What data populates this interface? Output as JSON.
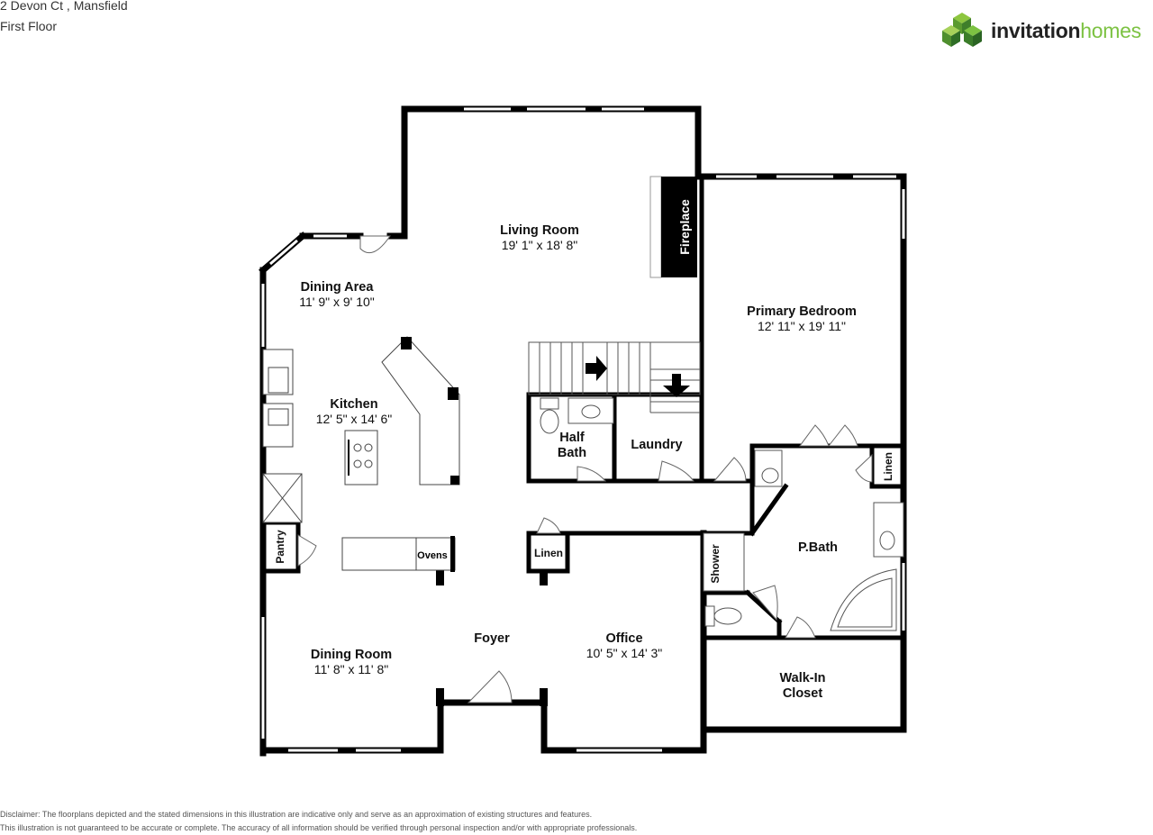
{
  "header": {
    "address": "2 Devon Ct , Mansfield",
    "floor": "First Floor"
  },
  "logo": {
    "text_regular": "invitation",
    "text_accent": "homes",
    "accent_color": "#7cc242",
    "icon": "cube-cluster-logo-icon"
  },
  "rooms": {
    "living_room": {
      "name": "Living Room",
      "dims": "19' 1\" x 18' 8\""
    },
    "dining_area": {
      "name": "Dining Area",
      "dims": "11' 9\" x 9' 10\""
    },
    "primary_bedroom": {
      "name": "Primary Bedroom",
      "dims": "12' 11\" x 19' 11\""
    },
    "kitchen": {
      "name": "Kitchen",
      "dims": "12' 5\" x 14' 6\""
    },
    "half_bath": {
      "name_line1": "Half",
      "name_line2": "Bath"
    },
    "laundry": {
      "name": "Laundry"
    },
    "linen_right": {
      "name": "Linen"
    },
    "linen_center": {
      "name": "Linen"
    },
    "pantry": {
      "name": "Pantry"
    },
    "ovens": {
      "name": "Ovens"
    },
    "shower": {
      "name": "Shower"
    },
    "p_bath": {
      "name": "P.Bath"
    },
    "dining_room": {
      "name": "Dining Room",
      "dims": "11' 8\" x 11' 8\""
    },
    "foyer": {
      "name": "Foyer"
    },
    "office": {
      "name": "Office",
      "dims": "10' 5\" x 14' 3\""
    },
    "walk_in_closet": {
      "name_line1": "Walk-In",
      "name_line2": "Closet"
    },
    "fireplace": {
      "name": "Fireplace"
    }
  },
  "disclaimer": {
    "line1": "Disclaimer: The floorplans depicted and the stated dimensions in this illustration are indicative only and serve as an approximation of existing structures and features.",
    "line2": "This illustration is not guaranteed to be accurate or complete. The accuracy of all information should be verified through personal inspection and/or with appropriate professionals."
  }
}
